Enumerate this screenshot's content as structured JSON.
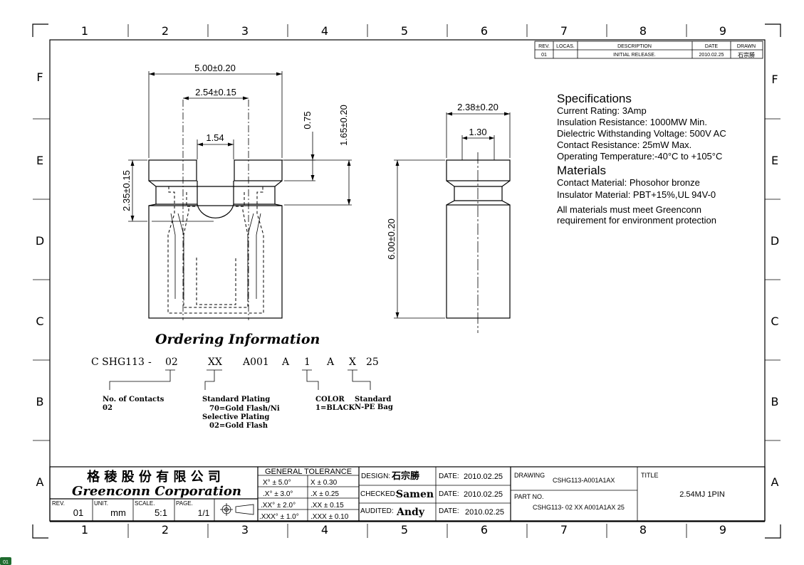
{
  "zones": {
    "top_numbers": [
      "1",
      "2",
      "3",
      "4",
      "5",
      "6",
      "7",
      "8",
      "9"
    ],
    "bottom_numbers": [
      "1",
      "2",
      "3",
      "4",
      "5",
      "6",
      "7",
      "8",
      "9"
    ],
    "left_letters": [
      "F",
      "E",
      "D",
      "C",
      "B",
      "A"
    ],
    "right_letters": [
      "F",
      "E",
      "D",
      "C",
      "B",
      "A"
    ]
  },
  "revision_table": {
    "headers": [
      "REV.",
      "LOCAS.",
      "DESCRIPTION",
      "DATE",
      "DRAWN"
    ],
    "row": [
      "01",
      "",
      "INITIAL RELEASE.",
      "2010.02.25",
      "石宗勝"
    ]
  },
  "dimensions": {
    "width_outer": "5.00±0.20",
    "pitch": "2.54±0.15",
    "opening": "1.54",
    "top_height": "0.75",
    "upper_height": "1.65±0.20",
    "side_height": "2.35±0.15",
    "side_width": "2.38±0.20",
    "side_inner": "1.30",
    "total_height": "6.00±0.20"
  },
  "specifications": {
    "title": "Specifications",
    "lines": [
      "Current Rating: 3Amp",
      "Insulation Resistance:   1000MW Min.",
      "Dielectric Withstanding Voltage: 500V AC",
      "Contact Resistance:   25mW Max.",
      "Operating Temperature:-40°C to +105°C"
    ],
    "materials_title": "Materials",
    "materials_lines": [
      "Contact Material: Phosohor bronze",
      "Insulator Material:  PBT+15%,UL 94V-0"
    ],
    "note_lines": [
      "All materials must meet Greenconn",
      "requirement for environment protection"
    ]
  },
  "ordering": {
    "title": "Ordering Information",
    "code": [
      "C SHG113",
      "-",
      "02",
      "XX",
      "A001",
      "A",
      "1",
      "A",
      "X",
      "25"
    ],
    "contacts_label": [
      "No. of Contacts",
      "02"
    ],
    "plating_label": [
      "Standard Plating",
      "70=Gold Flash/Ni",
      "Selective Plating",
      "02=Gold Flash"
    ],
    "color_label": [
      "COLOR",
      "1=BLACK"
    ],
    "package_label": [
      "Standard",
      "N-PE Bag"
    ]
  },
  "title_block": {
    "company_cn": "格 稜 股 份 有 限 公 司",
    "company_en": "Greenconn Corporation",
    "rev_label": "REV.",
    "rev_value": "01",
    "unit_label": "UNIT.",
    "unit_value": "mm",
    "scale_label": "SCALE.",
    "scale_value": "5:1",
    "page_label": "PAGE.",
    "page_value": "1/1",
    "tolerance_title": "GENERAL  TOLERANCE",
    "tolerance_rows": [
      [
        "X° ± 5.0°",
        "X    ± 0.30"
      ],
      [
        ".X° ± 3.0°",
        ".X    ± 0.25"
      ],
      [
        ".XX° ± 2.0°",
        ".XX   ± 0.15"
      ],
      [
        ".XXX° ± 1.0°",
        ".XXX ± 0.10"
      ]
    ],
    "design_label": "DESIGN:",
    "design_value": "石宗勝",
    "checked_label": "CHECKED:",
    "checked_value": "Samen",
    "audited_label": "AUDITED:",
    "audited_value": "Andy",
    "date_label": "DATE:",
    "dates": [
      "2010.02.25",
      "2010.02.25",
      "2010.02.25"
    ],
    "drawing_label": "DRAWING",
    "drawing_value": "CSHG113-A001A1AX",
    "part_label": "PART NO.",
    "part_value": "CSHG113- 02 XX A001A1AX 25",
    "title_label": "TITLE",
    "title_value": "2.54MJ 1PIN"
  },
  "corner_badge": "01"
}
